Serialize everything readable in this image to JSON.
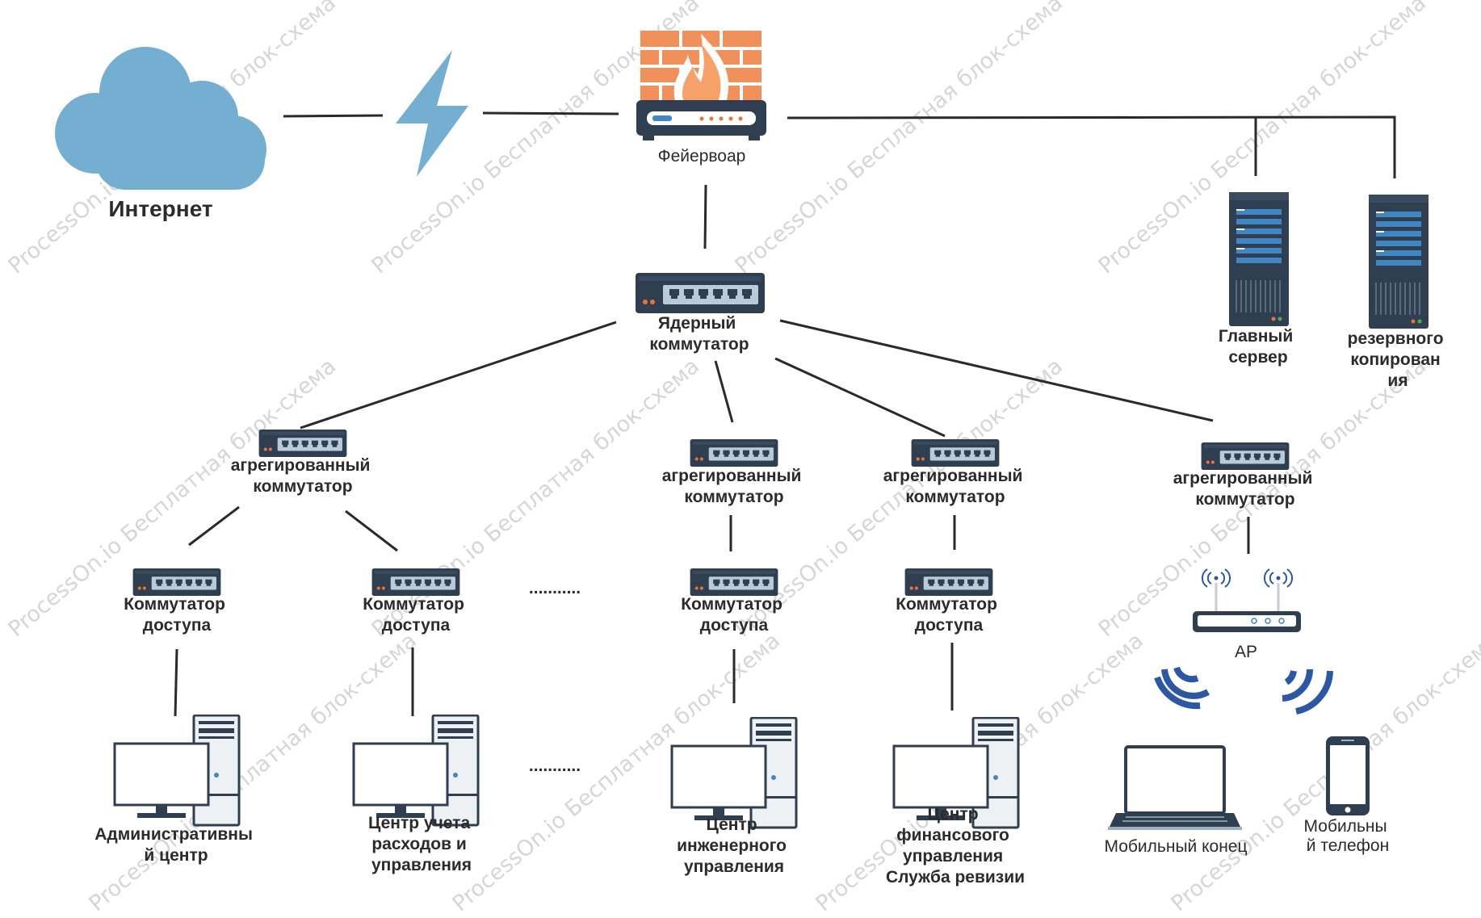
{
  "diagram": {
    "internet_label": "Интернет",
    "firewall_label": "Фейервоар",
    "core_switch_label": [
      "Ядерный",
      "коммутатор"
    ],
    "main_server_label": [
      "Главный",
      "сервер"
    ],
    "backup_server_label": [
      "резервного",
      "копирован",
      "ия"
    ],
    "aggregation_label": [
      "агрегированный",
      "коммутатор"
    ],
    "access_label": [
      "Коммутатор",
      "доступа"
    ],
    "ap_label": "AP",
    "ellipsis": "...........",
    "departments": [
      [
        "Административны",
        "й центр"
      ],
      [
        "Центр учета",
        "расходов и",
        "управления"
      ],
      [
        "Центр",
        "инженерного",
        "управления"
      ],
      [
        "Центр",
        "финансового",
        "управления",
        "Служба ревизии"
      ]
    ],
    "mobile_terminal_label": "Мобильный конец",
    "mobile_phone_label": [
      "Мобильны",
      "й телефон"
    ],
    "watermark": "ProcessOn.io Бесплатная блок-схема",
    "colors": {
      "cloud": "#74aed0",
      "lightning": "#74aed0",
      "firewall_brick": "#f0905a",
      "firewall_flame": "#f6a06a",
      "device_dark": "#2f3e50",
      "port": "#b9cbdb",
      "led_orange": "#e8743a",
      "server_blue": "#3f86c2",
      "wifi_blue": "#2b57a3",
      "pc_gray": "#eef1f4"
    }
  }
}
